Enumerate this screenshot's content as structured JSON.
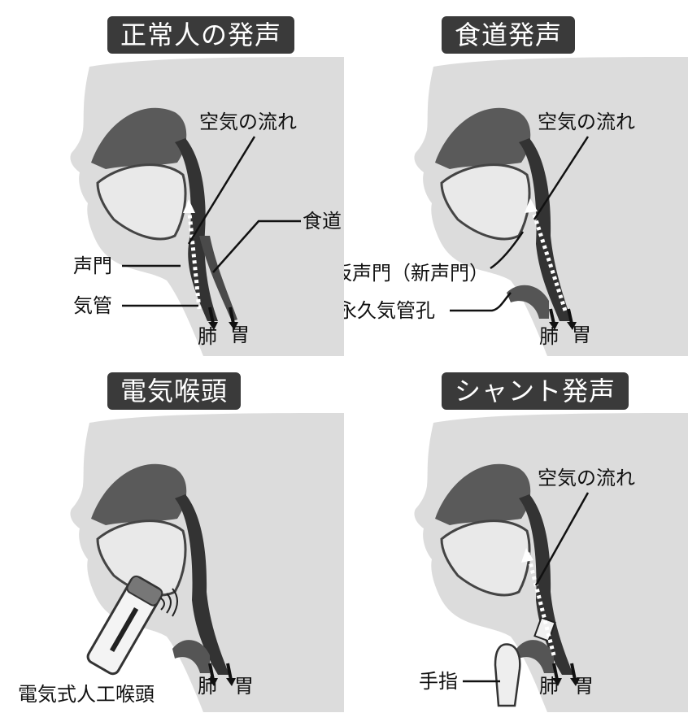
{
  "panels": {
    "normal": {
      "title": "正常人の発声",
      "air_flow": "空気の流れ",
      "esophagus": "食道",
      "glottis": "声門",
      "trachea": "気管",
      "lungs": "肺",
      "stomach": "胃"
    },
    "esophageal": {
      "title": "食道発声",
      "air_flow": "空気の流れ",
      "pseudo_glottis": "仮声門（新声門）",
      "stoma": "永久気管孔",
      "lungs": "肺",
      "stomach": "胃"
    },
    "electrolarynx": {
      "title": "電気喉頭",
      "device": "電気式人工喉頭",
      "lungs": "肺",
      "stomach": "胃"
    },
    "shunt": {
      "title": "シャント発声",
      "air_flow": "空気の流れ",
      "finger": "手指",
      "lungs": "肺",
      "stomach": "胃"
    }
  },
  "colors": {
    "badge_bg": "#3a3a3a",
    "badge_text": "#ffffff",
    "skin": "#dcdcdc",
    "tissue_dark": "#555555",
    "airway": "#2e2e2e",
    "arrow": "#111111"
  }
}
